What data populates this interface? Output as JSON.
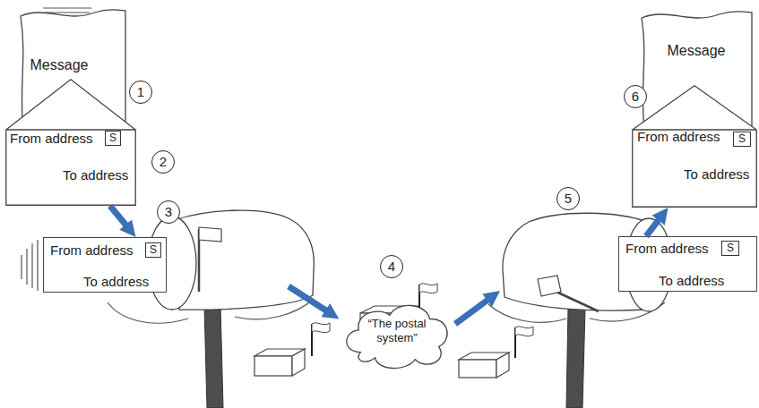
{
  "diagram": {
    "nodes": [
      {
        "text": [
          "Message"
        ]
      },
      {
        "text": [
          "From address",
          "To address"
        ]
      },
      {
        "text": [
          "S"
        ],
        "in": 1
      },
      {
        "text": [
          "From address",
          "To address"
        ]
      },
      {
        "text": [
          "S"
        ],
        "in": 3
      },
      {
        "text": [
          "“The postal system”"
        ]
      },
      {
        "text": [
          "From address",
          "To address"
        ]
      },
      {
        "text": [
          "S"
        ],
        "in": 6
      },
      {
        "text": [
          "From address",
          "To address"
        ]
      },
      {
        "text": [
          "S"
        ],
        "in": 8
      },
      {
        "text": [
          "Message"
        ]
      }
    ],
    "edges": [
      {
        "from": 1,
        "to": 3,
        "arrow": "to"
      },
      {
        "from": 6,
        "to": 8,
        "arrow": "to"
      }
    ],
    "labels": [
      "1",
      "2",
      "3",
      "4",
      "5",
      "6"
    ]
  }
}
